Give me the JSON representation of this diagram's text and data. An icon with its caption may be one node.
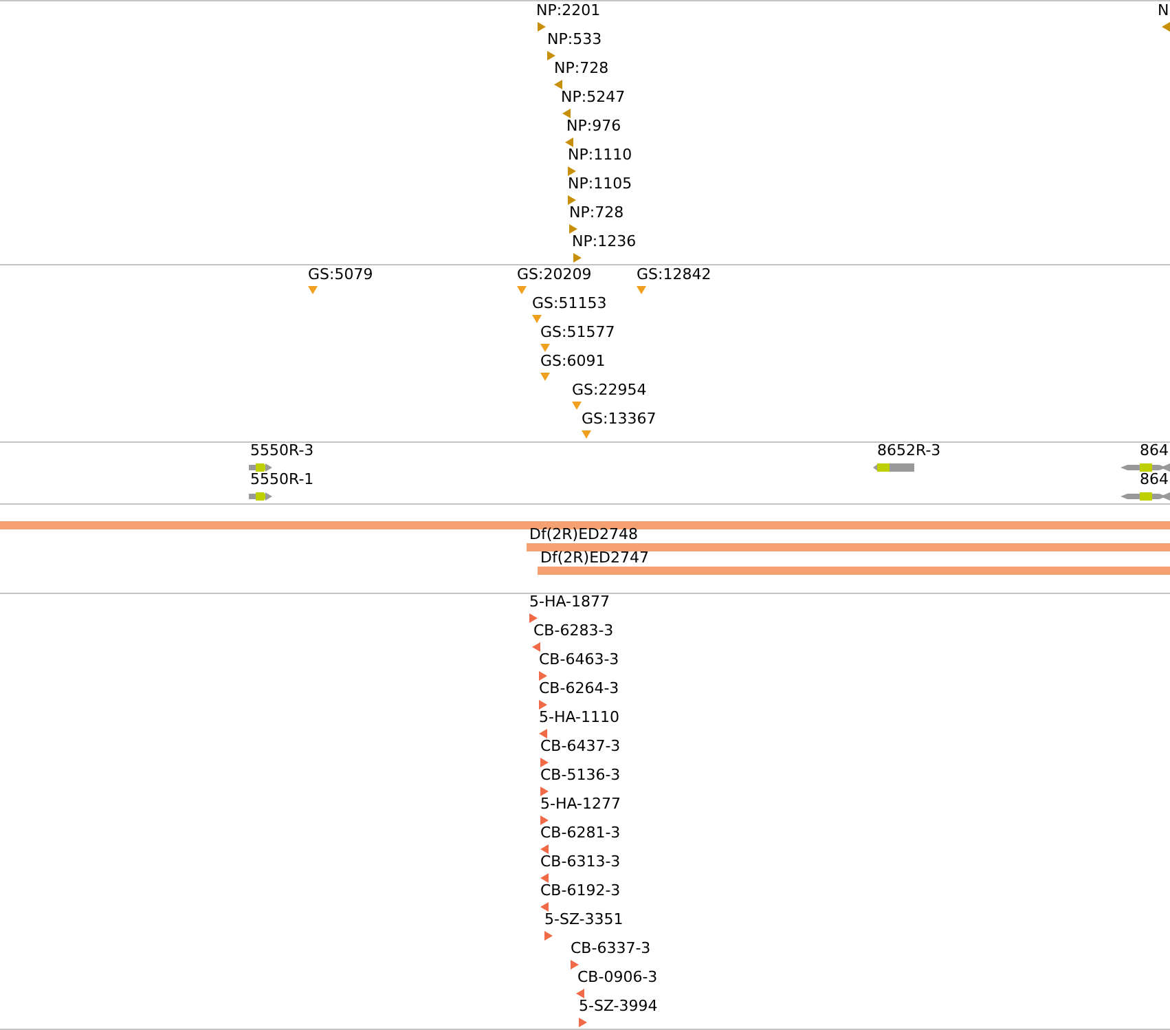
{
  "diagram": {
    "nodes": [
      {
        "text": [],
        "shape": "bar"
      },
      {
        "text": [
          "Df(2R)ED2748"
        ]
      },
      {
        "text": [
          "Df(2R)ED2747"
        ]
      }
    ],
    "labels": [
      "NP:2201",
      "N",
      "NP:533",
      "NP:728",
      "NP:5247",
      "NP:976",
      "NP:1110",
      "NP:1105",
      "NP:728",
      "NP:1236",
      "GS:5079",
      "GS:20209",
      "GS:12842",
      "GS:51153",
      "GS:51577",
      "GS:6091",
      "GS:22954",
      "GS:13367",
      "5550R-3",
      "8652R-3",
      "864",
      "5550R-1",
      "864",
      "5-HA-1877",
      "CB-6283-3",
      "CB-6463-3",
      "CB-6264-3",
      "5-HA-1110",
      "CB-6437-3",
      "CB-5136-3",
      "5-HA-1277",
      "CB-6281-3",
      "CB-6313-3",
      "CB-6192-3",
      "5-SZ-3351",
      "CB-6337-3",
      "CB-0906-3",
      "5-SZ-3994"
    ]
  }
}
